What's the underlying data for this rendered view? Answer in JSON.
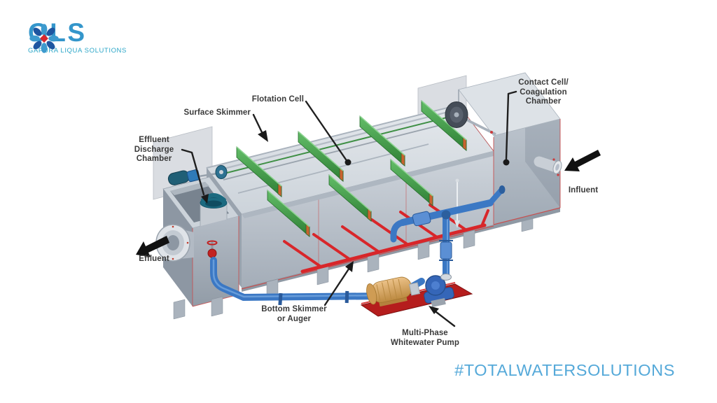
{
  "brand": {
    "abbr": "GLS",
    "tagline": "GAPURA LIQUA SOLUTIONS"
  },
  "footer": {
    "hashtag": "#TOTALWATERSOLUTIONS"
  },
  "diagram": {
    "labels": {
      "flotation_cell": "Flotation Cell",
      "surface_skimmer": "Surface Skimmer",
      "effluent_discharge_chamber": "Effluent\nDischarge\nChamber",
      "contact_cell_chamber": "Contact Cell/\nCoagulation\nChamber",
      "influent": "Influent",
      "effluent": "Effluent",
      "bottom_skimmer": "Bottom Skimmer\nor Auger",
      "whitewater_pump": "Multi-Phase\nWhitewater Pump"
    },
    "colors": {
      "brand_blue": "#3496cb",
      "brand_teal": "#2ba6c8",
      "brand_red": "#d7282f",
      "brand_dark_blue": "#1e55a0",
      "hashtag_blue": "#55a9d9",
      "label_text": "#3a3a3a",
      "leader_black": "#1f1f1f",
      "tank_light": "#d6dbe1",
      "tank_dark": "#9aa4af",
      "edge_red": "#c75050",
      "paddle_green": "#46a84d",
      "chain_green": "#3f8f45",
      "pipe_blue": "#3b78c4",
      "manifold_red": "#d8262a",
      "pump_motor_tan": "#d9a55e",
      "pump_base_red": "#b51d1d",
      "weir_teal": "#1b6a80"
    }
  }
}
